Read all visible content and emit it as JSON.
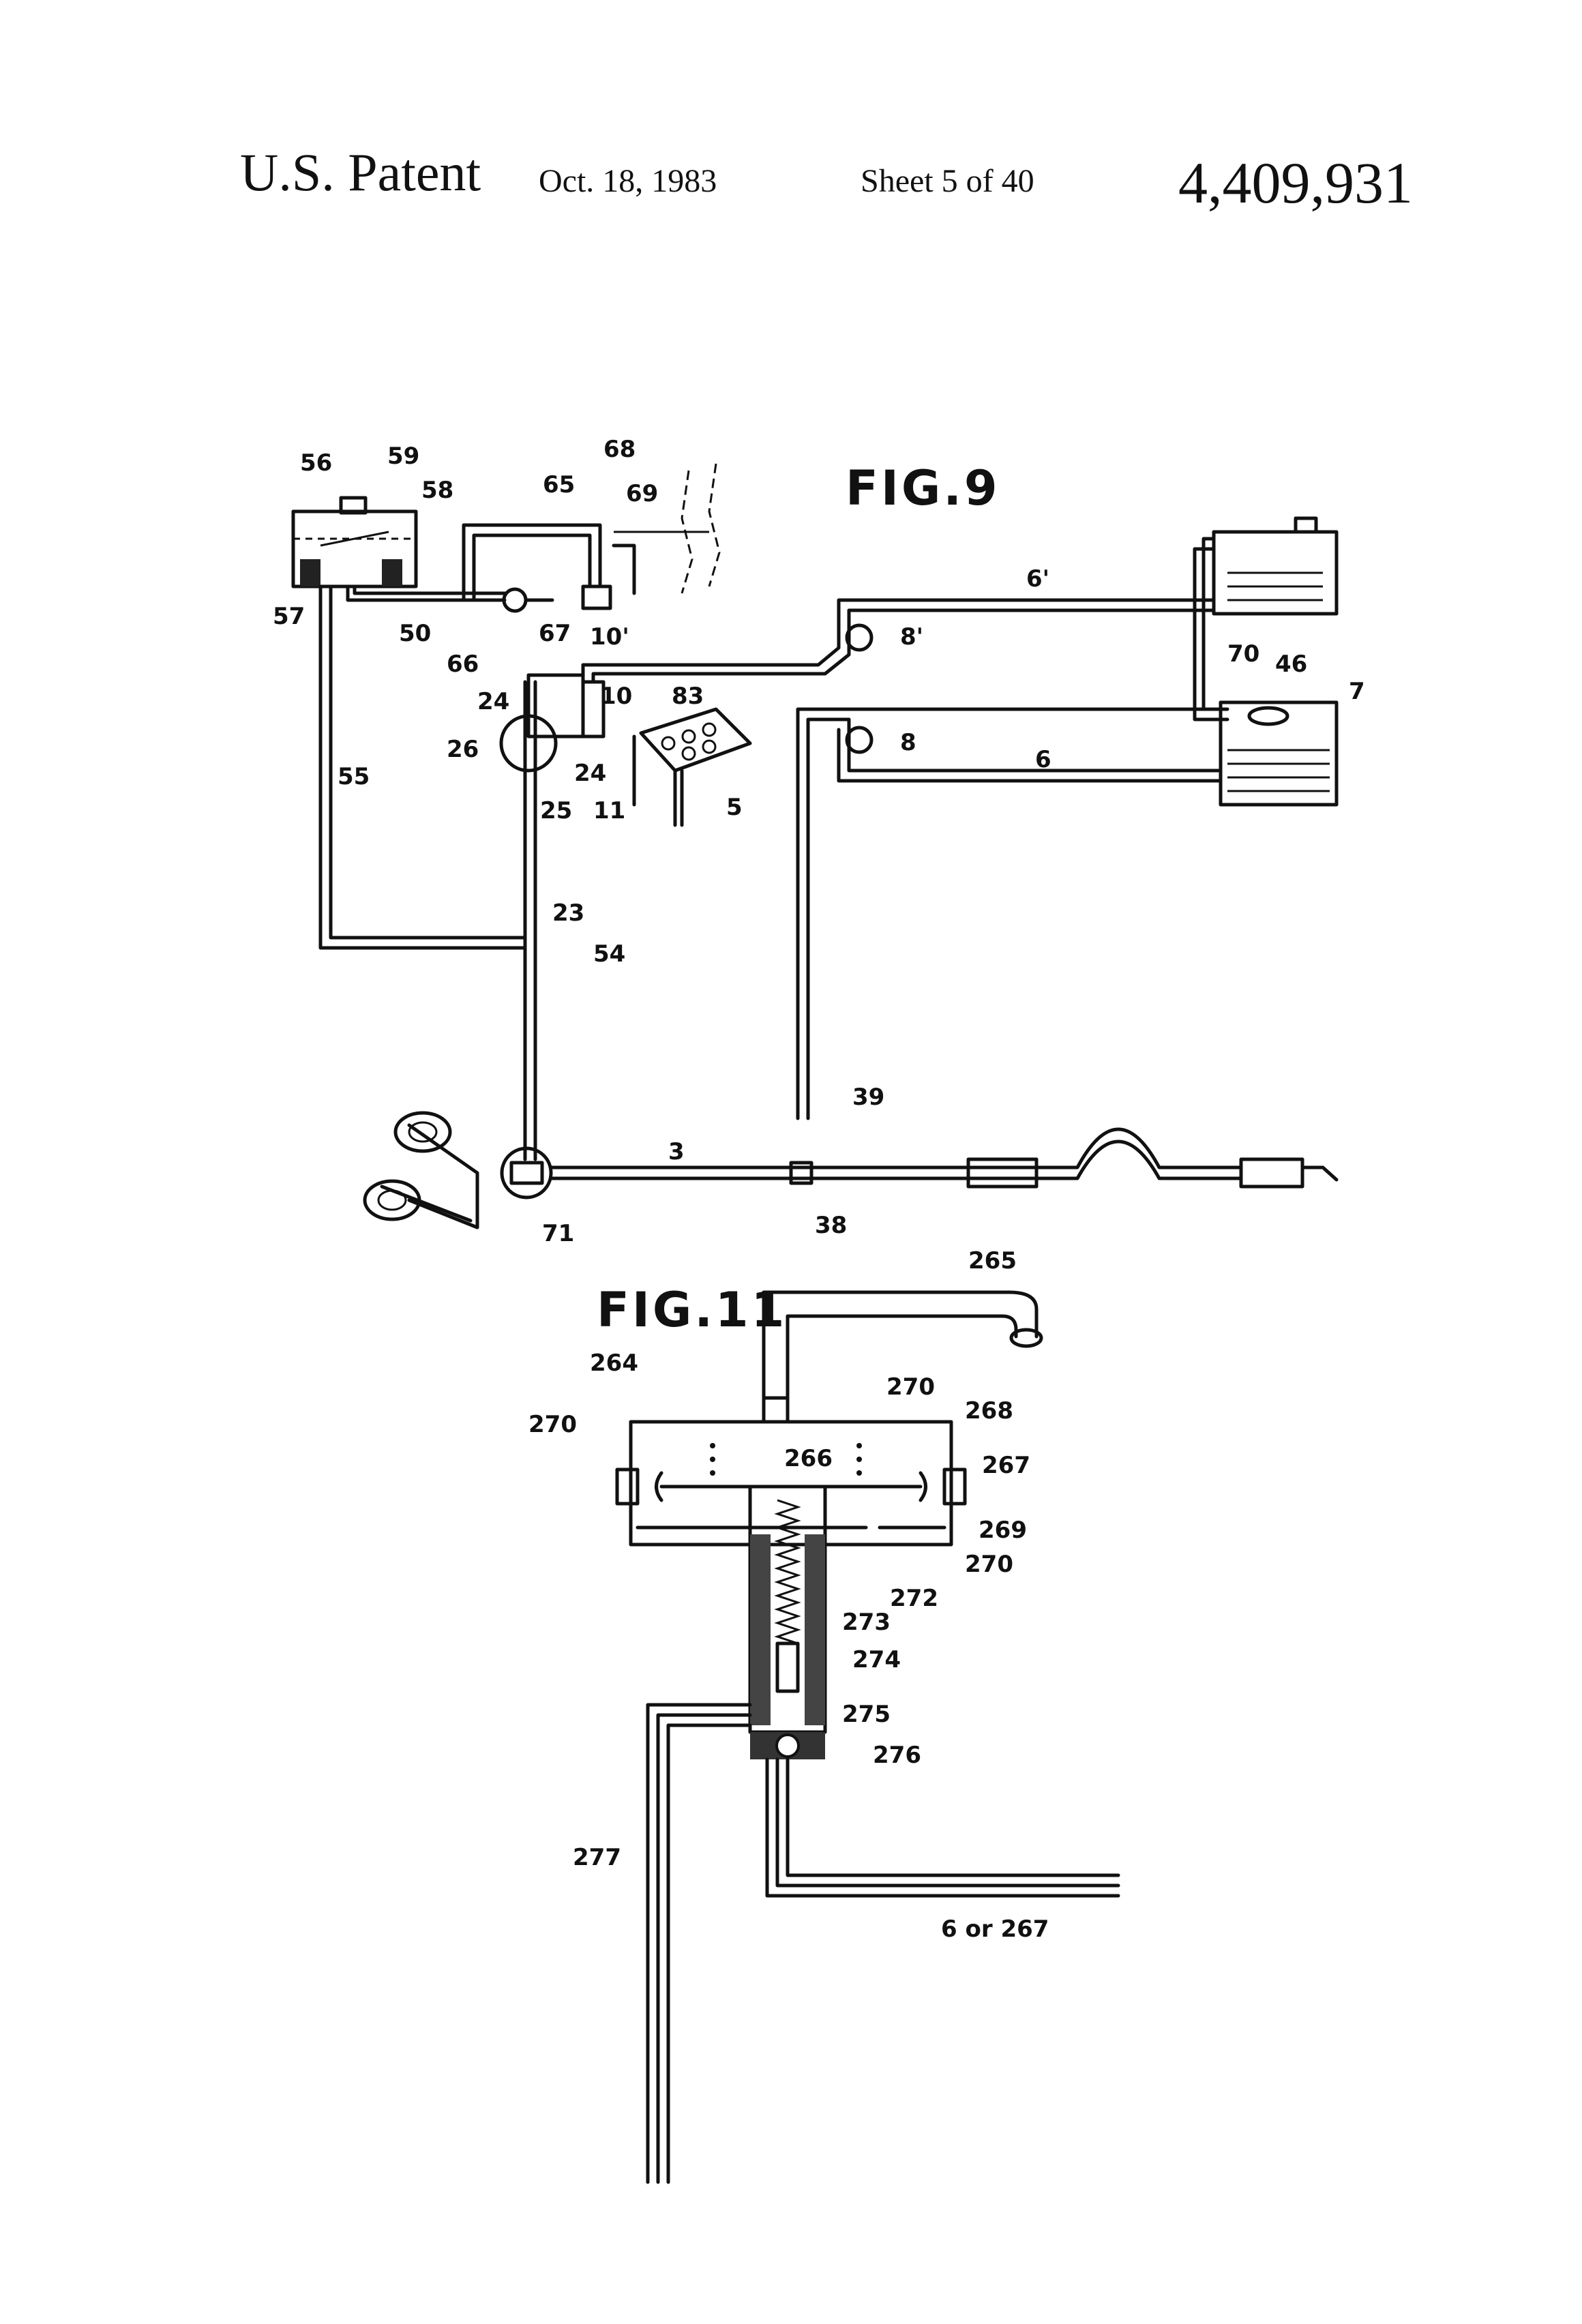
{
  "header": {
    "left": "U.S. Patent",
    "date": "Oct. 18, 1983",
    "sheet": "Sheet 5 of 40",
    "patent_number": "4,409,931"
  },
  "figures": [
    {
      "title": "FIG.9",
      "labels": [
        "56",
        "59",
        "58",
        "65",
        "68",
        "69",
        "57",
        "50",
        "67",
        "66",
        "10'",
        "10",
        "83",
        "24",
        "26",
        "24",
        "25",
        "11",
        "5",
        "55",
        "23",
        "54",
        "6'",
        "8'",
        "70",
        "46",
        "7",
        "8",
        "6",
        "39",
        "3",
        "71",
        "38"
      ]
    },
    {
      "title": "FIG.11",
      "labels": [
        "265",
        "264",
        "270",
        "268",
        "270",
        "266",
        "267",
        "269",
        "270",
        "272",
        "273",
        "274",
        "275",
        "276",
        "277",
        "6 or 267"
      ]
    }
  ]
}
